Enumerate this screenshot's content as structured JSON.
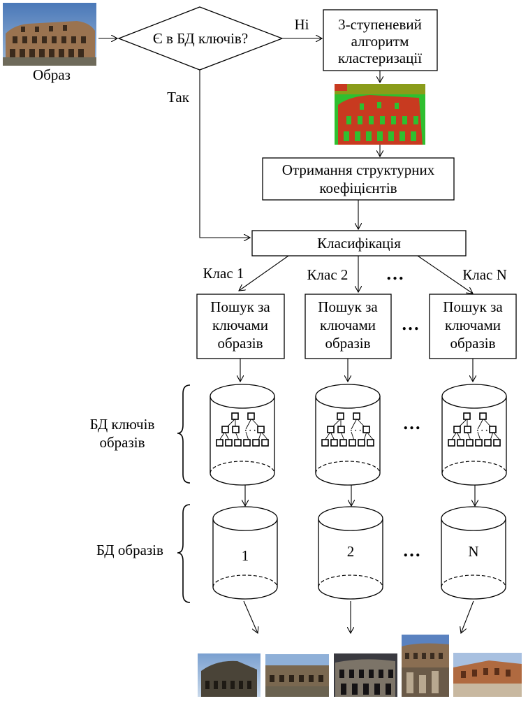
{
  "input_image_label": "Образ",
  "decision": {
    "label": "Є в БД ключів?",
    "no_label": "Ні",
    "yes_label": "Так"
  },
  "algorithm_box": {
    "lines": [
      "3-ступеневий",
      "алгоритм",
      "кластеризації"
    ]
  },
  "coefficients_box": {
    "lines": [
      "Отримання структурних",
      "коефіцієнтів"
    ]
  },
  "classification_box": {
    "label": "Класифікація"
  },
  "classes": [
    "Клас 1",
    "Клас 2",
    "Клас N"
  ],
  "classes_ellipsis": "…",
  "search_box": {
    "lines": [
      "Пошук за",
      "ключами",
      "образів"
    ]
  },
  "key_db_label": {
    "lines": [
      "БД ключів",
      "образів"
    ]
  },
  "image_db_label": "БД образів",
  "image_db_numbers": [
    "1",
    "2",
    "N"
  ],
  "ellipsis": "…",
  "colors": {
    "line": "#000000",
    "background": "#ffffff"
  }
}
